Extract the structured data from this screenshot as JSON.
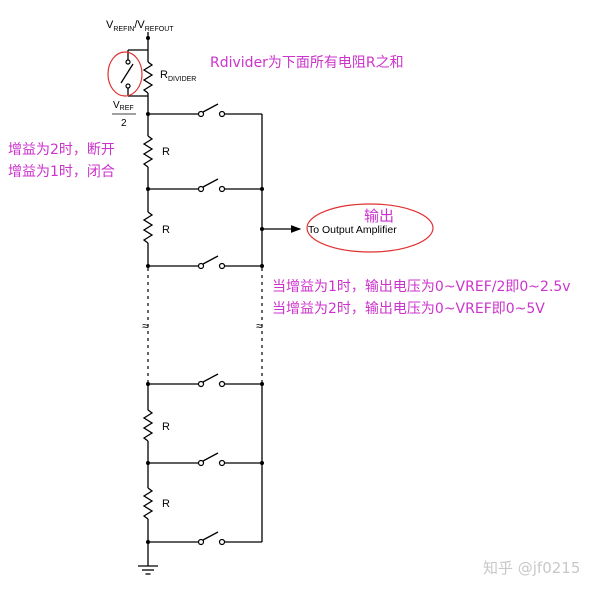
{
  "labels": {
    "vrefin_main_1": "V",
    "vrefin_sub_1": "REFIN",
    "vrefin_slash": "/V",
    "vrefin_sub_2": "REFOUT",
    "rdivider_main": "R",
    "rdivider_sub": "DIVIDER",
    "vref_main": "V",
    "vref_sub": "REF",
    "vref_den": "2",
    "r1": "R",
    "r2": "R",
    "r3": "R",
    "r4": "R",
    "to_output": "To Output Amplifier"
  },
  "annotations": {
    "rdivider_note": "Rdivider为下面所有电阻R之和",
    "gain2_open": "增益为2时，断开",
    "gain1_close": "增益为1时，闭合",
    "output_note": "输出",
    "gain1_output": "当增益为1时，输出电压为0~VREF/2即0~2.5v",
    "gain2_output": "当增益为2时，输出电压为0~VREF即0~5V"
  },
  "watermark": "知乎 @jf0215",
  "colors": {
    "wire": "#000000",
    "annotation_text": "#cc33cc",
    "ellipse": "#e03030",
    "watermark": "#c8c8c8"
  }
}
